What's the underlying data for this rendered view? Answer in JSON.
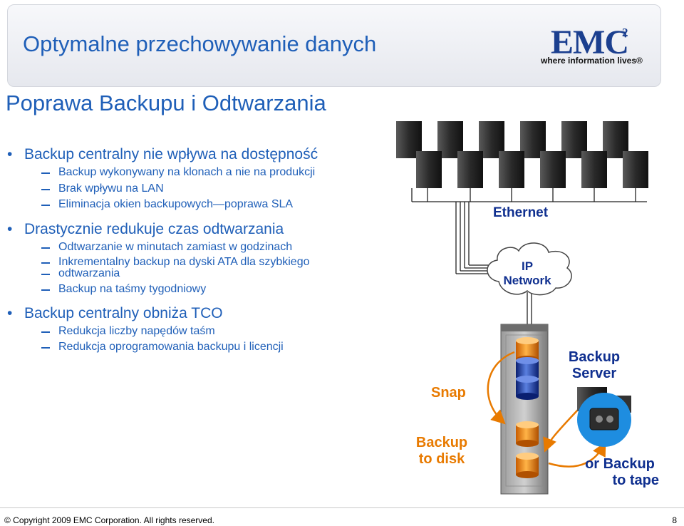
{
  "header": {
    "title": "Optymalne przechowywanie danych",
    "logo": {
      "word": "EMC",
      "superscript": "2",
      "tagline": "where information lives®"
    }
  },
  "slide": {
    "subtitle": "Poprawa Backupu i Odtwarzania",
    "bullets": [
      {
        "text": "Backup centralny nie wpływa na dostępność",
        "subs": [
          "Backup wykonywany na klonach a nie na produkcji",
          "Brak wpływu na LAN",
          "Eliminacja okien backupowych—poprawa SLA"
        ]
      },
      {
        "text": "Drastycznie redukuje czas odtwarzania",
        "subs": [
          "Odtwarzanie w minutach zamiast w godzinach",
          "Inkrementalny backup na dyski ATA dla szybkiego",
          "odtwarzania",
          "Backup na taśmy tygodniowy"
        ]
      },
      {
        "text": "Backup centralny obniża TCO",
        "subs": [
          "Redukcja liczby napędów taśm",
          "Redukcja oprogramowania backupu i licencji"
        ]
      }
    ]
  },
  "diagram": {
    "ethernet": "Ethernet",
    "ip_network": [
      "IP",
      "Network"
    ],
    "snap": "Snap",
    "backup_server": [
      "Backup",
      "Server"
    ],
    "backup_disk": [
      "Backup",
      "to disk"
    ],
    "backup_tape": [
      "or Backup",
      "to tape"
    ],
    "colors": {
      "label_blue": "#0f2f8f",
      "accent_orange": "#e87a00",
      "cloud": "#ffffff",
      "tape_circle": "#1e8de0"
    }
  },
  "footer": {
    "copyright": "© Copyright 2009 EMC Corporation. All rights reserved.",
    "page": "8"
  }
}
